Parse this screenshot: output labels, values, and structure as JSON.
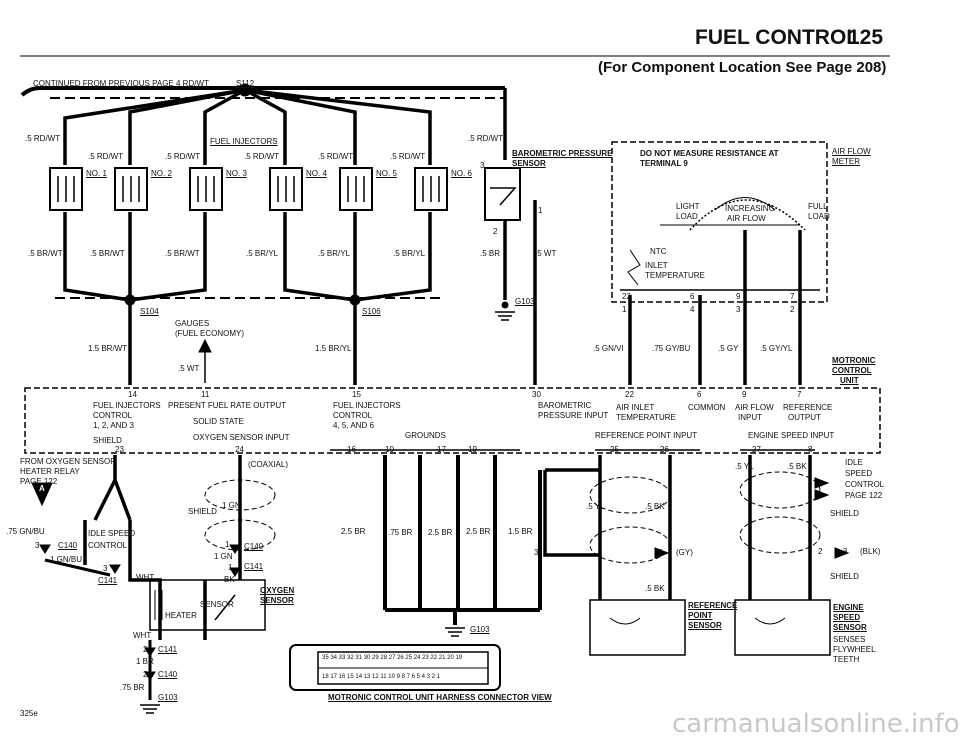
{
  "header": {
    "title": "FUEL CONTROL",
    "page_number": "125",
    "subtitle": "(For Component Location See Page 208)"
  },
  "top": {
    "continued": "CONTINUED FROM PREVIOUS PAGE",
    "feed_wire": "4 RD/WT",
    "splice_top": "S112",
    "rd_wt": ".5 RD/WT",
    "br_wt": ".5 BR/WT",
    "br_yl": ".5 BR/YL",
    "injector_header": "FUEL INJECTORS",
    "injectors": [
      "NO. 1",
      "NO. 2",
      "NO. 3",
      "NO. 4",
      "NO. 5",
      "NO. 6"
    ]
  },
  "baro": {
    "name_line1": "BAROMETRIC PRESSURE",
    "name_line2": "SENSOR",
    "rd_wt": ".5 RD/WT",
    "br": ".5 BR",
    "wt": ".5 WT",
    "pin3": "3",
    "pin2": "2",
    "pin1": "1",
    "ground": "G103"
  },
  "splices": {
    "s104": "S104",
    "s106": "S106",
    "gauges": "GAUGES",
    "economy": "(FUEL ECONOMY)",
    "br_wt_15": "1.5 BR/WT",
    "br_yl_15": "1.5 BR/YL",
    "wt_05": ".5 WT"
  },
  "airflow": {
    "meter_line1": "AIR FLOW",
    "meter_line2": "METER",
    "caution_line1": "DO NOT MEASURE RESISTANCE AT",
    "caution_line2": "TERMINAL 9",
    "light": "LIGHT",
    "load": "LOAD",
    "increasing": "INCREASING",
    "air_flow": "AIR FLOW",
    "full": "FULL",
    "ntc": "NTC",
    "inlet": "INLET",
    "temperature": "TEMPERATURE",
    "pins": [
      "22",
      "6",
      "9",
      "7",
      "1",
      "4",
      "3",
      "2"
    ],
    "wire_gn_vi": ".5 GN/VI",
    "wire_gy_bu": ".75 GY/BU",
    "wire_gy": ".5 GY",
    "wire_gy_yl": ".5 GY/YL"
  },
  "ecu": {
    "name_line1": "MOTRONIC",
    "name_line2": "CONTROL",
    "name_line3": "UNIT",
    "pin_numbers": [
      "14",
      "11",
      "15",
      "30",
      "22",
      "6",
      "9",
      "7",
      "23",
      "24",
      "16",
      "10",
      "17",
      "19",
      "25",
      "26",
      "27",
      "8"
    ],
    "fuel_inj_ctrl": "FUEL INJECTORS",
    "control": "CONTROL",
    "inj_group_a": "1, 2, AND 3",
    "inj_group_b": "4, 5, AND 6",
    "present_rate": "PRESENT FUEL RATE OUTPUT",
    "solid_state": "SOLID STATE",
    "shield": "SHIELD",
    "oxygen_input": "OXYGEN SENSOR INPUT",
    "grounds": "GROUNDS",
    "baro_line1": "BAROMETRIC",
    "baro_line2": "PRESSURE INPUT",
    "air_inlet": "AIR INLET",
    "temp": "TEMPERATURE",
    "common": "COMMON",
    "air_flow_in": "AIR FLOW",
    "input": "INPUT",
    "reference": "REFERENCE",
    "output": "OUTPUT",
    "ref_point_input": "REFERENCE POINT INPUT",
    "engine_speed_input": "ENGINE SPEED INPUT"
  },
  "bottom_left": {
    "from_o2_line1": "FROM OXYGEN SENSOR",
    "from_o2_line2": "HEATER RELAY",
    "from_o2_line3": "PAGE 122",
    "coaxial": "(COAXIAL)",
    "shield": "SHIELD",
    "connector_letter": "A",
    "gn_bu_075": ".75 GN/BU",
    "idle_speed": "IDLE SPEED",
    "control": "CONTROL",
    "gn_bu_1": "1 GN/BU",
    "c140": "C140",
    "c141": "C141",
    "wht": "WHT",
    "bk": "BK",
    "one_gn": "1 GN",
    "oxygen": "OXYGEN",
    "sensor": "SENSOR",
    "heater": "HEATER",
    "br_1": "1 BR",
    "br_075": ".75 BR",
    "g103": "G103",
    "page_code": "325e",
    "pin3": "3",
    "pin2": "2",
    "pin1": "1"
  },
  "bottom_center": {
    "w1": "2.5 BR",
    "w2": ".75 BR",
    "w3": "2.5 BR",
    "w4": "2.5 BR",
    "w5": "1.5 BR",
    "g103": "G103",
    "harness_caption": "MOTRONIC CONTROL UNIT HARNESS CONNECTOR VIEW",
    "pins_top": "35 34 33 32 31 30 29 28 27 26 25 24 23 22 21 20 19",
    "pins_bottom": "18 17 16 15 14 13 12 11 10 9 8 7 6 5 4 3 2 1"
  },
  "bottom_right": {
    "yl": ".5 YL",
    "bk": ".5 BK",
    "gy": "(GY)",
    "blk": "(BLK)",
    "shield": "SHIELD",
    "pin1": "1",
    "pin2": "2",
    "pin3": "3",
    "ref_line1": "REFERENCE",
    "ref_line2": "POINT",
    "ref_line3": "SENSOR",
    "eng_line1": "ENGINE",
    "eng_line2": "SPEED",
    "eng_line3": "SENSOR",
    "eng_note1": "SENSES",
    "eng_note2": "FLYWHEEL",
    "eng_note3": "TEETH",
    "idle_line1": "IDLE",
    "idle_line2": "SPEED",
    "idle_line3": "CONTROL",
    "idle_line4": "PAGE 122"
  },
  "watermark": "carmanualsonline.info"
}
